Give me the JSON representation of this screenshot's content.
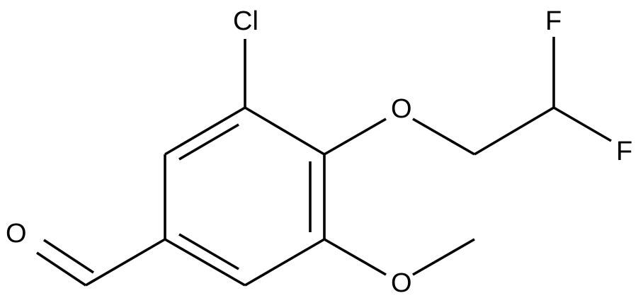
{
  "structure": {
    "atoms": {
      "cl": "Cl",
      "o_ether": "O",
      "f_top": "F",
      "f_right": "F",
      "o_methoxy": "O",
      "o_aldehyde": "O"
    }
  },
  "colors": {
    "bond": "#000000",
    "label": "#000000",
    "background": "#ffffff"
  }
}
